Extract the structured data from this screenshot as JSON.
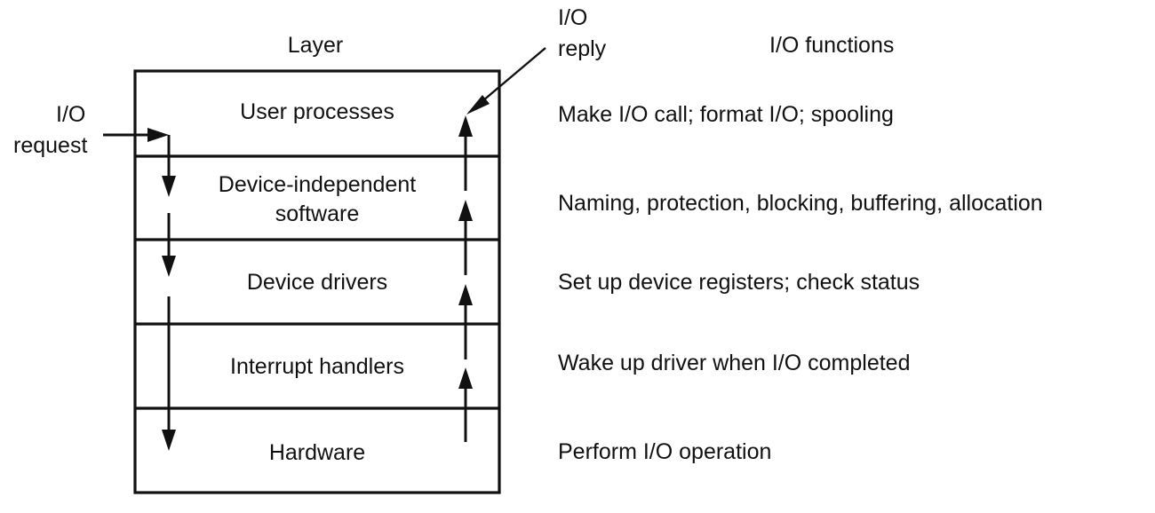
{
  "figure": {
    "title_left": "Layer",
    "title_right": "I/O functions",
    "request_label_line1": "I/O",
    "request_label_line2": "request",
    "reply_label_line1": "I/O",
    "reply_label_line2": "reply"
  },
  "layers": [
    {
      "name": "User processes",
      "function": "Make I/O call; format I/O; spooling"
    },
    {
      "name_line1": "Device-independent",
      "name_line2": "software",
      "name": "Device-independent software",
      "function": "Naming, protection, blocking, buffering, allocation"
    },
    {
      "name": "Device drivers",
      "function": "Set up device registers; check status"
    },
    {
      "name": "Interrupt handlers",
      "function": "Wake up driver when I/O completed"
    },
    {
      "name": "Hardware",
      "function": "Perform I/O operation"
    }
  ],
  "colors": {
    "ink": "#111111",
    "background": "#ffffff"
  }
}
